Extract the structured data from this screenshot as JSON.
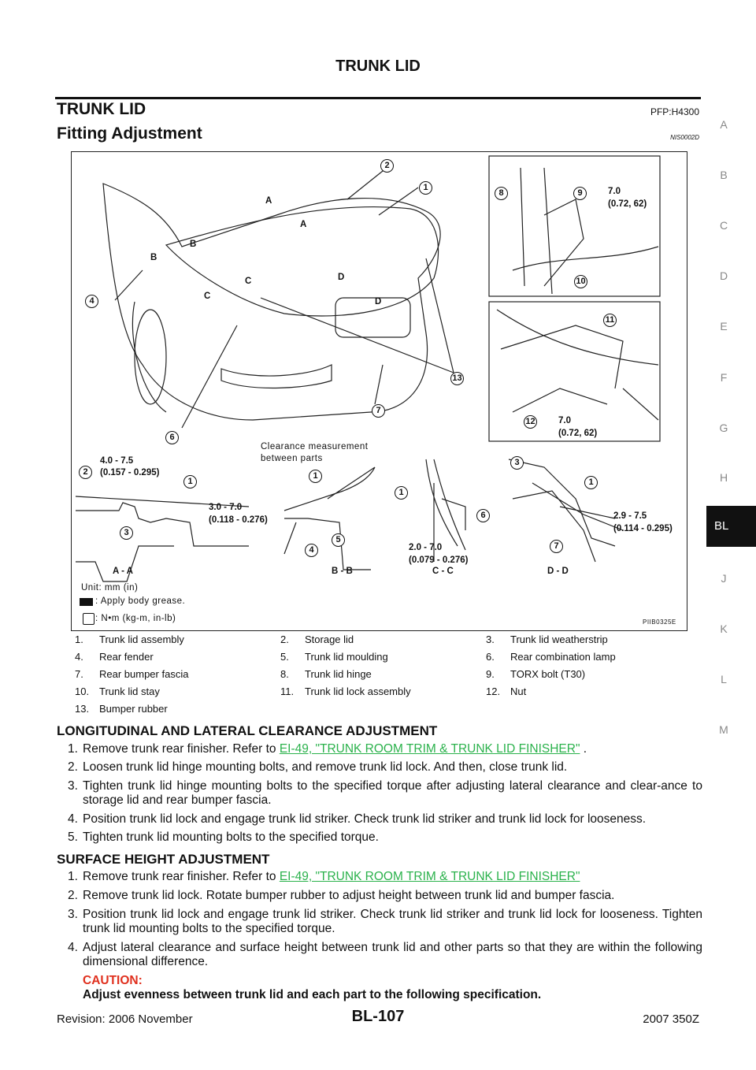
{
  "header": {
    "title": "TRUNK LID"
  },
  "section": {
    "title": "TRUNK LID",
    "code": "PFP:H4300",
    "subtitle": "Fitting Adjustment",
    "subcode": "NIS0002D"
  },
  "diagram": {
    "figure_id": "PIIB0325E",
    "section_letters": [
      "A",
      "A",
      "B",
      "B",
      "C",
      "C",
      "D",
      "D"
    ],
    "clearance_note": "Clearance measurement between parts",
    "dims": {
      "aa": "4.0 - 7.5",
      "aa_in": "(0.157 - 0.295)",
      "bb": "3.0 - 7.0",
      "bb_in": "(0.118 - 0.276)",
      "cc": "2.0 - 7.0",
      "cc_in": "(0.079 - 0.276)",
      "dd": "2.9 - 7.5",
      "dd_in": "(0.114 - 0.295)"
    },
    "torque": {
      "value": "7.0",
      "value_in": "(0.72, 62)"
    },
    "views": [
      "A - A",
      "B - B",
      "C - C",
      "D - D"
    ],
    "unit": "Unit: mm (in)",
    "grease_note": ": Apply body grease.",
    "torque_note": ": N•m (kg-m, in-lb)",
    "callouts": [
      "1",
      "2",
      "3",
      "4",
      "5",
      "6",
      "7",
      "8",
      "9",
      "10",
      "11",
      "12",
      "13"
    ]
  },
  "legend": [
    [
      {
        "n": "1.",
        "t": "Trunk lid assembly"
      },
      {
        "n": "2.",
        "t": "Storage lid"
      },
      {
        "n": "3.",
        "t": "Trunk lid weatherstrip"
      }
    ],
    [
      {
        "n": "4.",
        "t": "Rear fender"
      },
      {
        "n": "5.",
        "t": "Trunk lid moulding"
      },
      {
        "n": "6.",
        "t": "Rear combination lamp"
      }
    ],
    [
      {
        "n": "7.",
        "t": "Rear bumper fascia"
      },
      {
        "n": "8.",
        "t": "Trunk lid hinge"
      },
      {
        "n": "9.",
        "t": "TORX bolt (T30)"
      }
    ],
    [
      {
        "n": "10.",
        "t": "Trunk lid stay"
      },
      {
        "n": "11.",
        "t": "Trunk lid lock assembly"
      },
      {
        "n": "12.",
        "t": "Nut"
      }
    ],
    [
      {
        "n": "13.",
        "t": "Bumper rubber"
      }
    ]
  ],
  "long": {
    "title": "LONGITUDINAL AND LATERAL CLEARANCE ADJUSTMENT",
    "steps": [
      {
        "n": "1.",
        "pre": "Remove trunk rear finisher. Refer to ",
        "link": "EI-49, \"TRUNK ROOM TRIM & TRUNK LID FINISHER\"",
        "post": " ."
      },
      {
        "n": "2.",
        "pre": "Loosen trunk lid hinge mounting bolts, and remove trunk lid lock. And then, close trunk lid."
      },
      {
        "n": "3.",
        "pre": "Tighten trunk lid hinge mounting bolts to the specified torque after adjusting lateral clearance and clear-ance to storage lid and rear bumper fascia."
      },
      {
        "n": "4.",
        "pre": "Position trunk lid lock and engage trunk lid striker. Check trunk lid striker and trunk lid lock for looseness."
      },
      {
        "n": "5.",
        "pre": "Tighten trunk lid mounting bolts to the specified torque."
      }
    ]
  },
  "surface": {
    "title": "SURFACE HEIGHT ADJUSTMENT",
    "steps": [
      {
        "n": "1.",
        "pre": "Remove trunk rear finisher. Refer to ",
        "link": "EI-49, \"TRUNK ROOM TRIM & TRUNK LID FINISHER\""
      },
      {
        "n": "2.",
        "pre": "Remove trunk lid lock. Rotate bumper rubber to adjust height between trunk lid and bumper fascia."
      },
      {
        "n": "3.",
        "pre": "Position trunk lid lock and engage trunk lid striker. Check trunk lid striker and trunk lid lock for looseness. Tighten trunk lid mounting bolts to the specified torque."
      },
      {
        "n": "4.",
        "pre": "Adjust lateral clearance and surface height between trunk lid and other parts so that they are within the following dimensional difference."
      }
    ],
    "caution_label": "CAUTION:",
    "caution_text": "Adjust evenness between trunk lid and each part to the following specification."
  },
  "sidebar": [
    "A",
    "B",
    "C",
    "D",
    "E",
    "F",
    "G",
    "H",
    "BL",
    "J",
    "K",
    "L",
    "M"
  ],
  "footer": {
    "revision": "Revision: 2006 November",
    "page": "BL-107",
    "model": "2007 350Z"
  },
  "colors": {
    "link": "#2bb24c",
    "caution": "#e0301e"
  }
}
